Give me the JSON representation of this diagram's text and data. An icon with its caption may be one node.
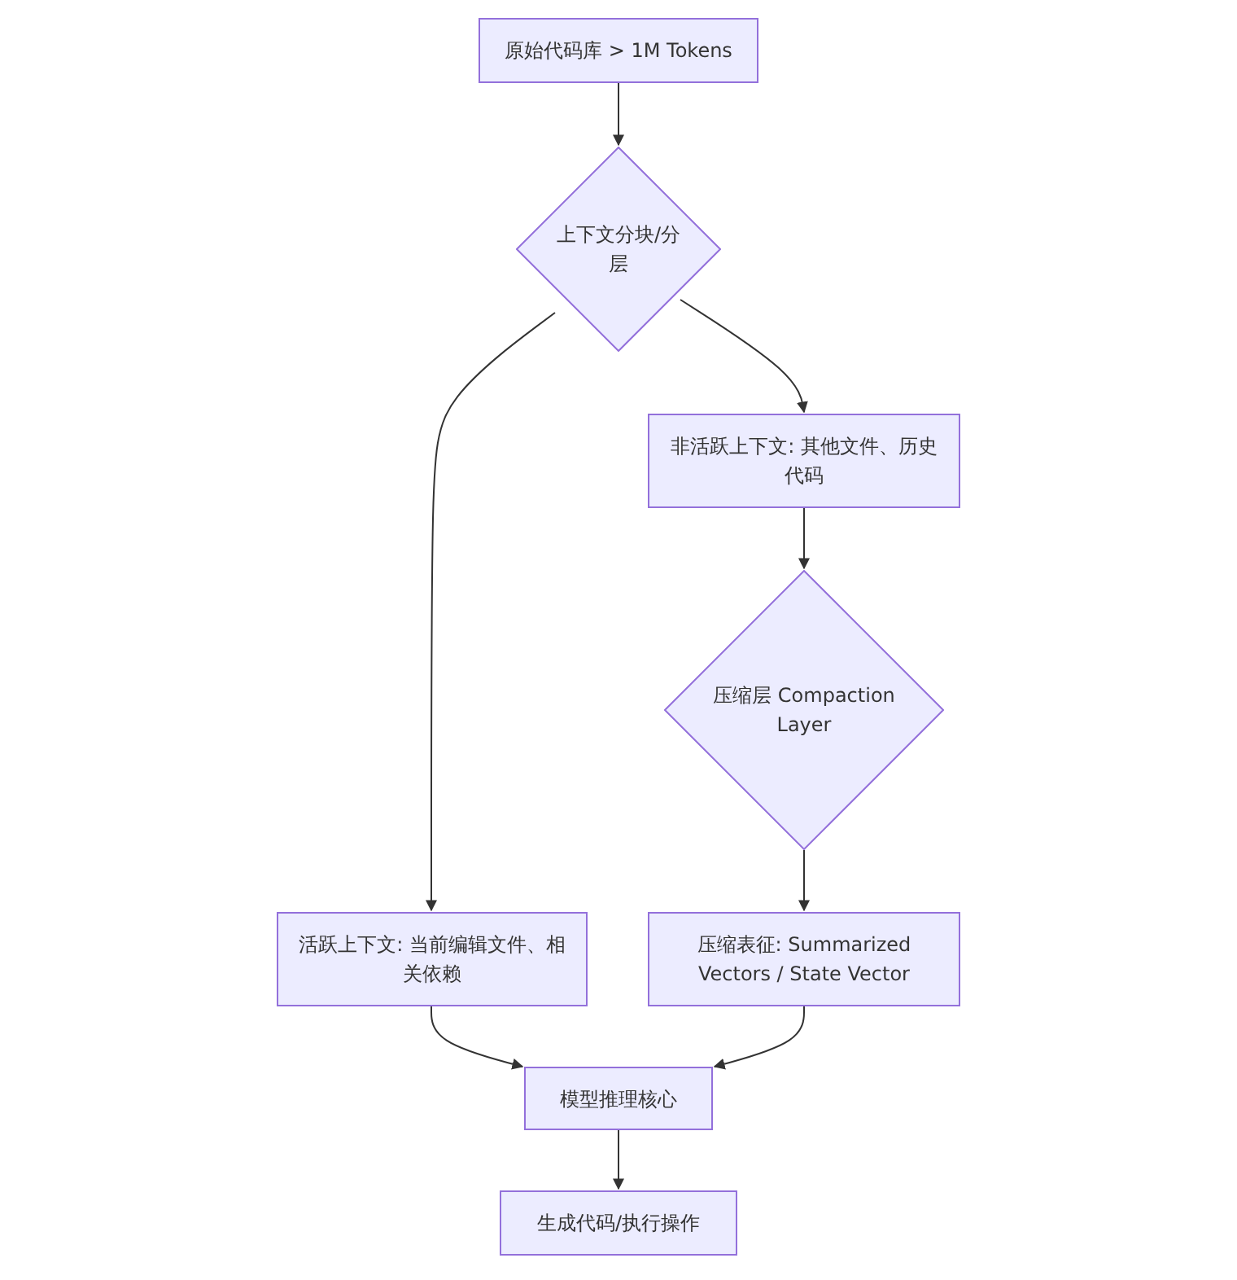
{
  "diagram": {
    "nodes": [
      {
        "text": [
          "原始代码库 > 1M Tokens"
        ]
      },
      {
        "text": [
          "上下文分块/分层"
        ]
      },
      {
        "text": [
          "非活跃上下文: 其他文件、历史代码"
        ]
      },
      {
        "text": [
          "压缩层 Compaction Layer"
        ]
      },
      {
        "text": [
          "活跃上下文: 当前编辑文件、相关依赖"
        ]
      },
      {
        "text": [
          "压缩表征: Summarized Vectors / State Vector"
        ]
      },
      {
        "text": [
          "模型推理核心"
        ]
      },
      {
        "text": [
          "生成代码/执行操作"
        ]
      }
    ],
    "edges": [
      {
        "from": 0,
        "to": 1,
        "arrow": "to"
      },
      {
        "from": 1,
        "to": 4,
        "arrow": "to"
      },
      {
        "from": 1,
        "to": 2,
        "arrow": "to"
      },
      {
        "from": 2,
        "to": 3,
        "arrow": "to"
      },
      {
        "from": 3,
        "to": 5,
        "arrow": "to"
      },
      {
        "from": 4,
        "to": 6,
        "arrow": "to"
      },
      {
        "from": 5,
        "to": 6,
        "arrow": "to"
      },
      {
        "from": 6,
        "to": 7,
        "arrow": "to"
      }
    ]
  }
}
